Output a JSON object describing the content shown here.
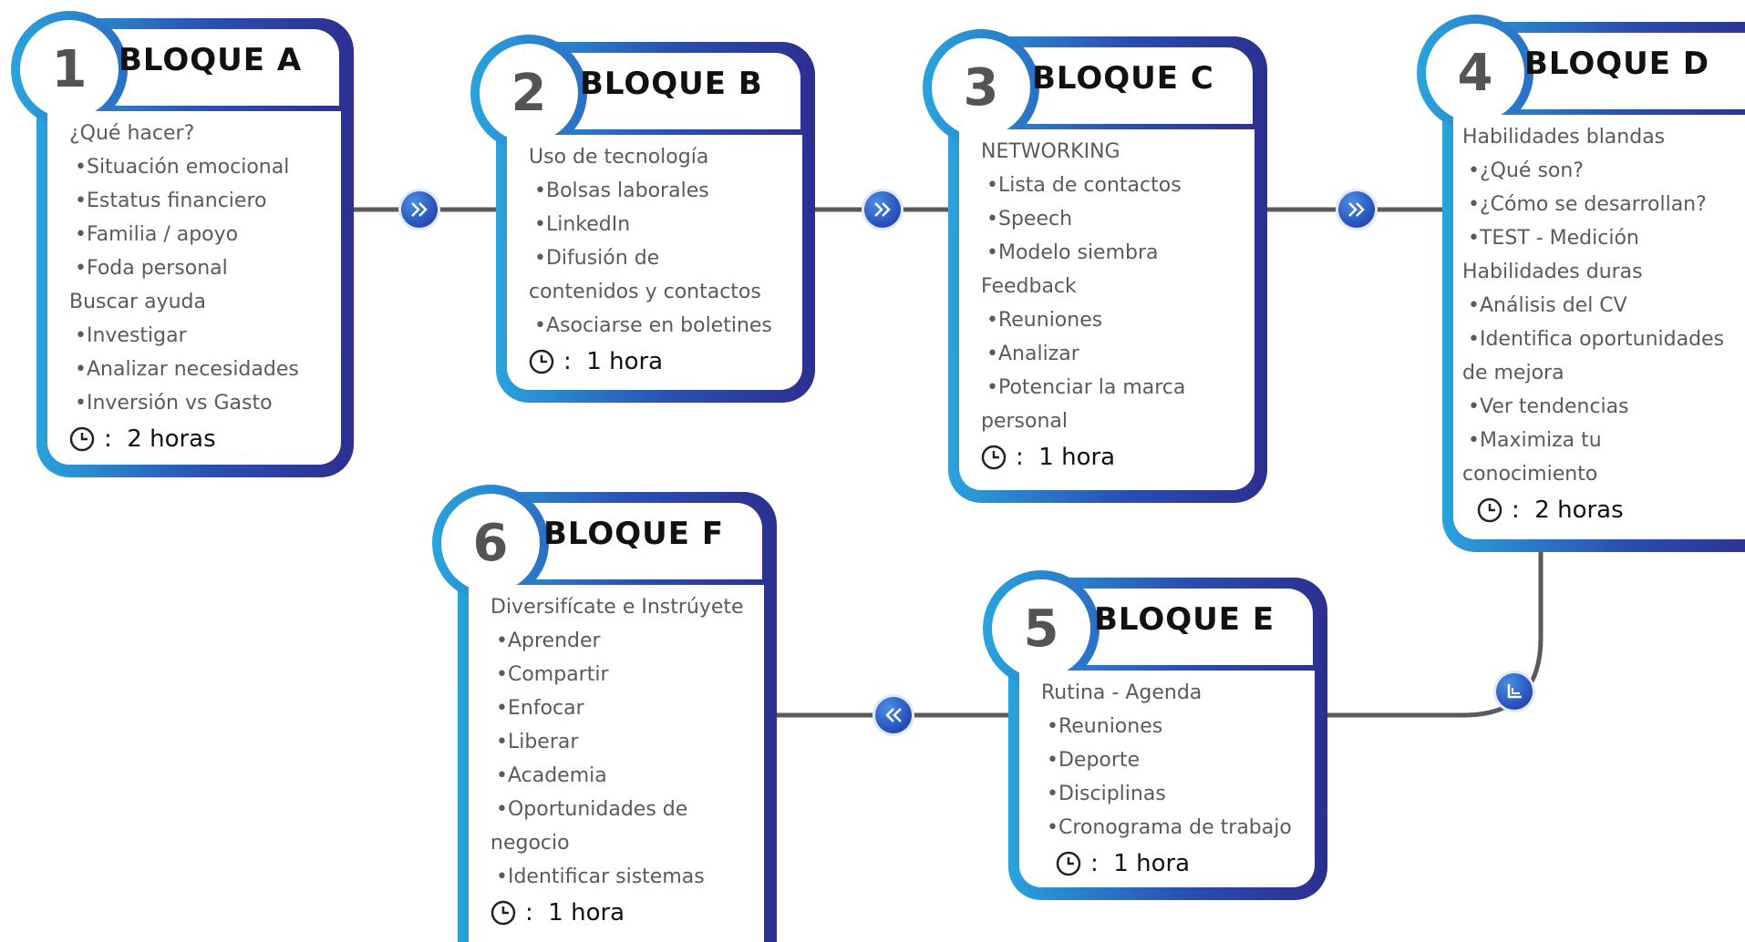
{
  "colors": {
    "gradient_start": "#2aa3dc",
    "gradient_end": "#2c2f8f",
    "connector": "#5a5a5a",
    "number": "#545454"
  },
  "blocks": [
    {
      "number": "1",
      "title": "BLOQUE A",
      "lines": [
        "¿Qué hacer?",
        "•Situación emocional",
        "•Estatus financiero",
        "•Familia / apoyo",
        "•Foda personal",
        "Buscar ayuda",
        "•Investigar",
        "•Analizar necesidades",
        "•Inversión vs Gasto"
      ],
      "time_sep": ":",
      "time": "2 horas"
    },
    {
      "number": "2",
      "title": "BLOQUE B",
      "lines": [
        "Uso de tecnología",
        "•Bolsas laborales",
        "•LinkedIn",
        "•Difusión de",
        "contenidos y contactos",
        "•Asociarse en boletines"
      ],
      "time_sep": ":",
      "time": "1 hora"
    },
    {
      "number": "3",
      "title": "BLOQUE C",
      "lines": [
        "NETWORKING",
        "•Lista de contactos",
        "•Speech",
        "•Modelo siembra",
        "Feedback",
        "•Reuniones",
        "•Analizar",
        "•Potenciar la marca",
        "personal"
      ],
      "time_sep": ":",
      "time": "1 hora"
    },
    {
      "number": "4",
      "title": "BLOQUE D",
      "lines": [
        "Habilidades blandas",
        "•¿Qué son?",
        "•¿Cómo se desarrollan?",
        "•TEST - Medición",
        "Habilidades duras",
        "•Análisis del CV",
        "•Identifica oportunidades",
        "de mejora",
        "•Ver tendencias",
        "•Maximiza tu",
        "conocimiento"
      ],
      "time_sep": ":",
      "time": "2 horas"
    },
    {
      "number": "5",
      "title": "BLOQUE E",
      "lines": [
        "Rutina - Agenda",
        "•Reuniones",
        "•Deporte",
        "•Disciplinas",
        "•Cronograma de trabajo"
      ],
      "time_sep": ":",
      "time": "1 hora"
    },
    {
      "number": "6",
      "title": "BLOQUE F",
      "lines": [
        "Diversifícate e Instrúyete",
        "•Aprender",
        "•Compartir",
        "•Enfocar",
        "•Liberar",
        "•Academia",
        "•Oportunidades de",
        "negocio",
        "•Identificar sistemas"
      ],
      "time_sep": ":",
      "time": "1 hora"
    }
  ],
  "icons": {
    "arrow_right": "double-chevron-right-icon",
    "arrow_left": "double-chevron-left-icon",
    "arrow_turn": "turn-down-left-icon",
    "clock": "clock-icon"
  }
}
